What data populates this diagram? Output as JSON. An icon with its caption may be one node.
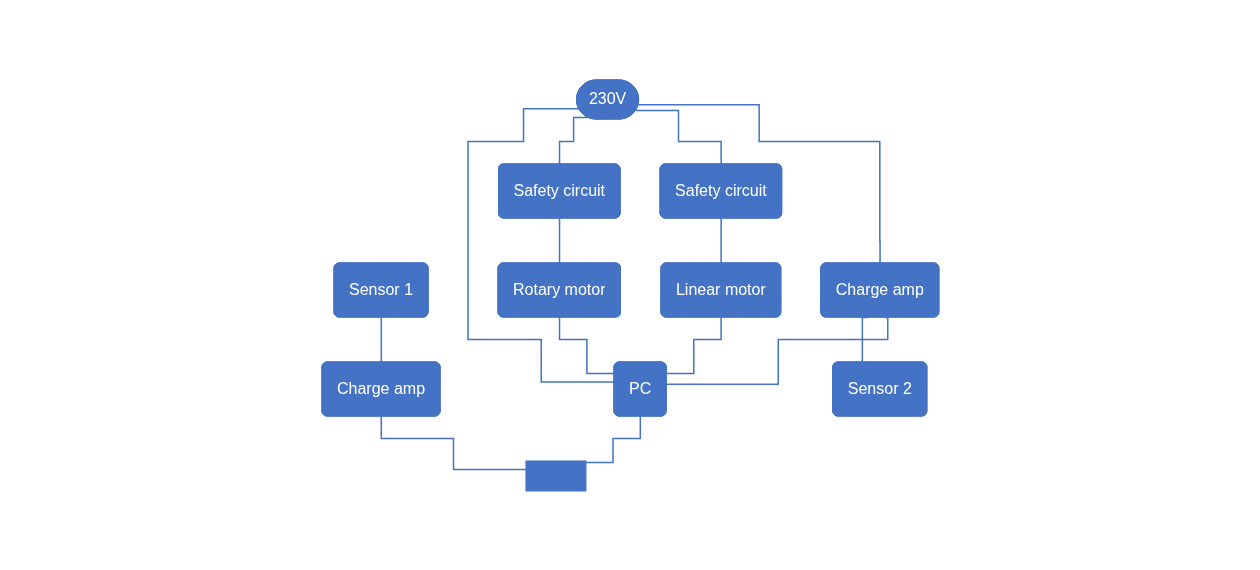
{
  "diagram": {
    "nodes": [
      {
        "text": [
          "230V"
        ]
      },
      {
        "text": [
          "Safety circuit"
        ]
      },
      {
        "text": [
          "Safety circuit"
        ]
      },
      {
        "text": [
          "Sensor 1"
        ]
      },
      {
        "text": [
          "Rotary motor"
        ]
      },
      {
        "text": [
          "Linear motor"
        ]
      },
      {
        "text": [
          "Charge amp"
        ]
      },
      {
        "text": [
          "Charge amp"
        ]
      },
      {
        "text": [
          "Sensor 2"
        ]
      },
      {
        "text": [
          "PC"
        ]
      },
      {
        "text": [],
        "shape": "box"
      }
    ],
    "edges": [
      {
        "from": 0,
        "to": 9,
        "arrow": "none"
      },
      {
        "from": 0,
        "to": 1,
        "arrow": "none"
      },
      {
        "from": 0,
        "to": 2,
        "arrow": "none"
      },
      {
        "from": 0,
        "to": 7,
        "arrow": "none"
      },
      {
        "from": 1,
        "to": 4,
        "arrow": "none"
      },
      {
        "from": 2,
        "to": 5,
        "arrow": "none"
      },
      {
        "from": 4,
        "to": 9,
        "arrow": "none"
      },
      {
        "from": 5,
        "to": 9,
        "arrow": "none"
      },
      {
        "from": 3,
        "to": 6,
        "arrow": "none"
      },
      {
        "from": 6,
        "to": 10,
        "arrow": "none"
      },
      {
        "from": 9,
        "to": 10,
        "arrow": "none"
      },
      {
        "from": 7,
        "to": 8,
        "arrow": "none"
      },
      {
        "from": 7,
        "to": 9,
        "arrow": "none"
      }
    ]
  }
}
